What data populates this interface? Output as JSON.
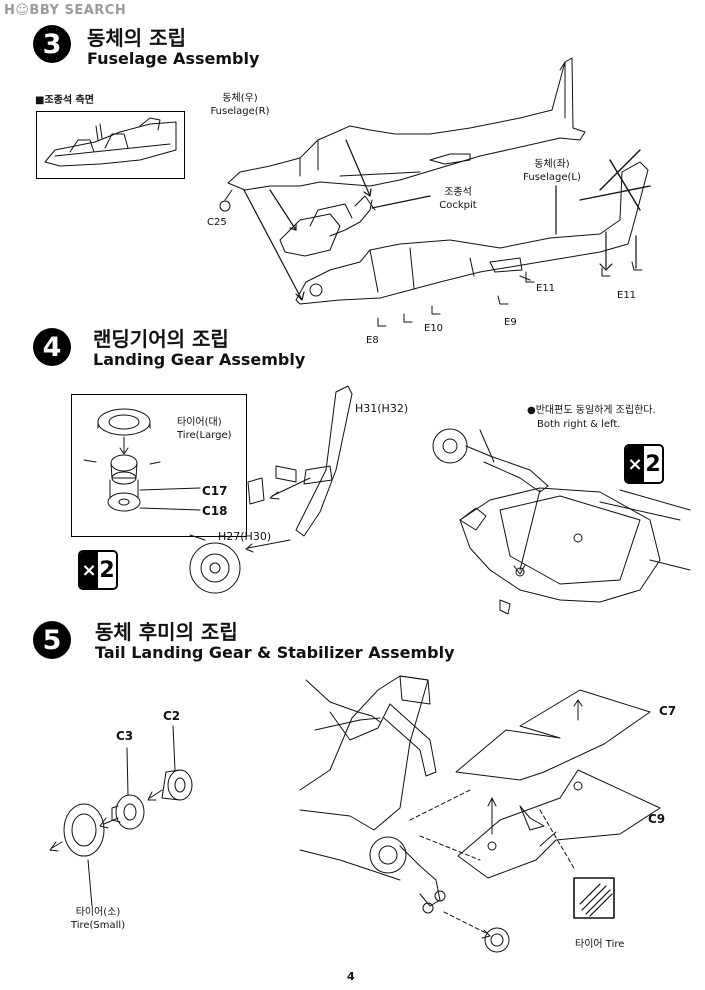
{
  "watermark": "H☺BBY SEARCH",
  "page_number": "4",
  "step3": {
    "number": "3",
    "title_ko": "동체의 조립",
    "title_en": "Fuselage Assembly",
    "inset_label": "■조종석 측면",
    "fuselage_r": "동체(우)\nFuselage(R)",
    "fuselage_l": "동체(좌)\nFuselage(L)",
    "cockpit": "조종석\nCockpit",
    "parts": [
      "C25",
      "E8",
      "E10",
      "E9",
      "E11",
      "E11"
    ]
  },
  "step4": {
    "number": "4",
    "title_ko": "랜딩기어의 조립",
    "title_en": "Landing Gear Assembly",
    "tire_large": "타이어(대)\nTire(Large)",
    "parts": [
      "C17",
      "C18",
      "H31(H32)",
      "H27(H30)"
    ],
    "note_ko": "●반대편도 동일하게 조립한다.",
    "note_en": "Both right & left.",
    "multiplier_sign": "×",
    "multiplier_value": "2"
  },
  "step5": {
    "number": "5",
    "title_ko": "동체 후미의 조립",
    "title_en": "Tail Landing Gear & Stabilizer Assembly",
    "parts": [
      "C2",
      "C3",
      "C7",
      "C9"
    ],
    "tire_small": "타이어(소)\nTire(Small)",
    "tire": "타이어 Tire"
  },
  "colors": {
    "ink": "#111111",
    "watermark": "#9a9a9a"
  }
}
